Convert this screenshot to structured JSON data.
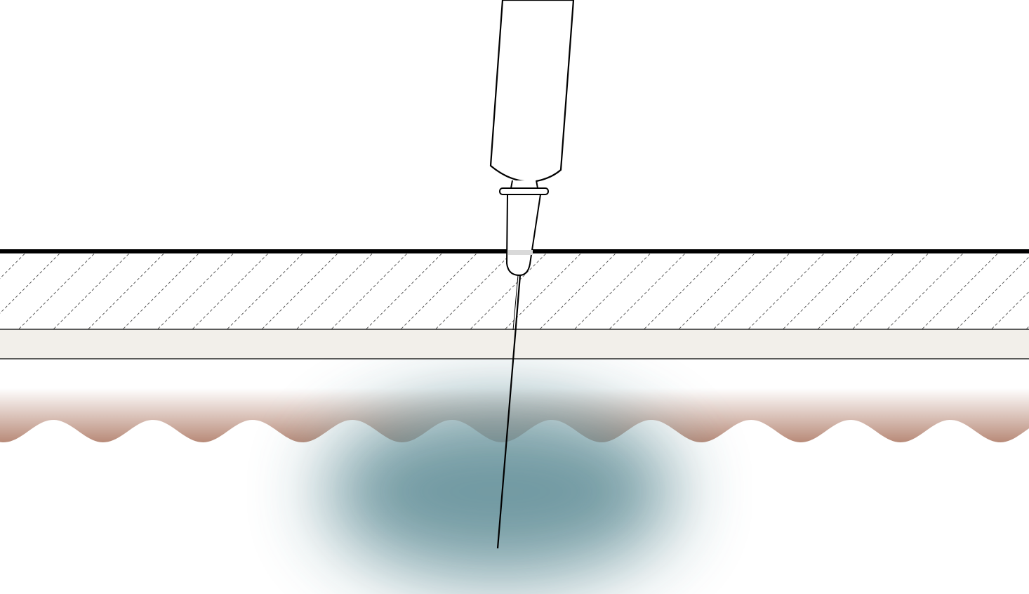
{
  "diagram": {
    "subject": "syringe-injection-through-skin-layers",
    "labels": [],
    "colors": {
      "background": "#ffffff",
      "outline": "#000000",
      "syringe_fill": "#ffffff",
      "hub_highlight": "#d9d9d9",
      "pale_band": "#f2efea",
      "dermis": "#b88a78",
      "dermis_fade": "#ffffff",
      "injected_fluid": "#6b949d"
    },
    "layers": [
      {
        "name": "surface-line",
        "style": "thick-solid-line"
      },
      {
        "name": "hatched-layer",
        "style": "dashed-diagonal-hatch"
      },
      {
        "name": "pale-band",
        "style": "flat-fill"
      },
      {
        "name": "wavy-dermis",
        "style": "gradient-wave"
      }
    ],
    "wave_count": 11
  }
}
